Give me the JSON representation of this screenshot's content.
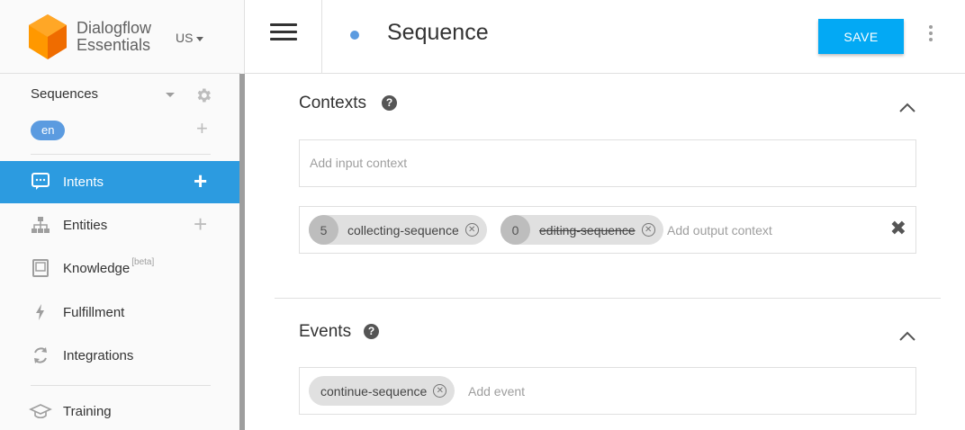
{
  "brand": {
    "line1": "Dialogflow",
    "line2": "Essentials",
    "region": "US"
  },
  "agent": {
    "name": "Sequences",
    "language": "en"
  },
  "nav": [
    {
      "id": "intents",
      "label": "Intents",
      "icon": "chat-bubble-icon",
      "add": true,
      "active": true
    },
    {
      "id": "entities",
      "label": "Entities",
      "icon": "entities-tree-icon",
      "add": true
    },
    {
      "id": "knowledge",
      "label": "Knowledge",
      "badge": "[beta]",
      "icon": "book-icon"
    },
    {
      "id": "fulfillment",
      "label": "Fulfillment",
      "icon": "bolt-icon"
    },
    {
      "id": "integrations",
      "label": "Integrations",
      "icon": "sync-icon"
    },
    {
      "id": "training",
      "label": "Training",
      "icon": "graduation-cap-icon"
    }
  ],
  "header": {
    "title": "Sequence",
    "save_label": "SAVE"
  },
  "contexts": {
    "title": "Contexts",
    "input_placeholder": "Add input context",
    "output_placeholder": "Add output context",
    "output_chips": [
      {
        "lifespan": "5",
        "name": "collecting-sequence",
        "struck": false
      },
      {
        "lifespan": "0",
        "name": "editing-sequence",
        "struck": true
      }
    ]
  },
  "events": {
    "title": "Events",
    "chips": [
      {
        "name": "continue-sequence"
      }
    ],
    "placeholder": "Add event"
  },
  "colors": {
    "accent": "#2c9be0",
    "save": "#03a9f4",
    "lang_pill": "#5b9be0"
  }
}
